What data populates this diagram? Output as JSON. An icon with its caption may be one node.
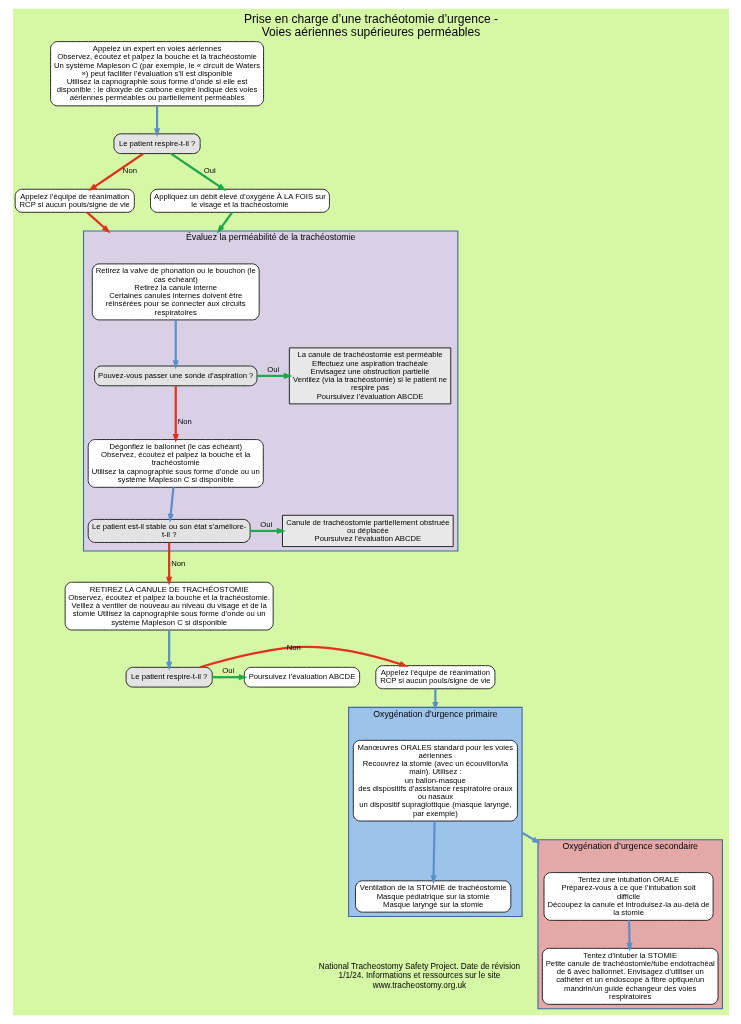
{
  "diagram": {
    "title": "Prise en charge d’une trachéotomie d’urgence - Voies aériennes supérieures perméables",
    "caption": "National Tracheostomy Safety Project. Date de révision 1/1/24. Informations et ressources sur le site www.tracheostomy.org.uk",
    "nodes": [
      {
        "text": [
          "Appelez un expert en voies aériennes",
          "Observez, écoutez et palpez la bouche et la trachéostomie",
          "Un système Mapleson C (par exemple, le « circuit de Waters ») peut faciliter l’évaluation s’il est disponible",
          "Utilisez la capnographie sous forme d’onde si elle est disponible : le dioxyde de carbone expiré indique des voies aériennes perméables ou partiellement perméables"
        ]
      },
      {
        "text": [
          "Le patient respire-t-il ?"
        ]
      },
      {
        "text": [
          "Appelez l’équipe de réanimation",
          "RCP si aucun pouls/signe de vie"
        ]
      },
      {
        "text": [
          "Appliquez un débit élevé d’oxygène À LA FOIS sur le visage et la trachéostomie"
        ]
      },
      {
        "text": [
          "Évaluez la perméabilité de la trachéostomie"
        ]
      },
      {
        "text": [
          "Retirez la valve de phonation ou le bouchon (le cas échéant)",
          "Retirez la canule interne",
          "Certaines canules internes doivent être réinsérées pour se connecter aux circuits respiratoires"
        ],
        "in": 4
      },
      {
        "text": [
          "Pouvez-vous passer une sonde d’aspiration ?"
        ],
        "in": 4
      },
      {
        "text": [
          "La canule de trachéostomie est perméable",
          "Effectuez une aspiration trachéale",
          "Envisagez une obstruction partielle",
          "Ventilez (via la trachéostomie) si le patient ne respire pas",
          "Poursuivez l’évaluation ABCDE"
        ],
        "in": 4
      },
      {
        "text": [
          "Dégonflez le ballonnet (le cas échéant)",
          "Observez, écoutez et palpez la bouche et la trachéostomie",
          "Utilisez la capnographie sous forme d’onde ou un système Mapleson C si disponible"
        ],
        "in": 4
      },
      {
        "text": [
          "Le patient est-il stable ou son état s’améliore-t-il ?"
        ],
        "in": 4
      },
      {
        "text": [
          "Canule de trachéostomie partiellement obstruée ou déplacée",
          "Poursuivez l’évaluation ABCDE"
        ],
        "in": 4
      },
      {
        "text": [
          "RETIREZ LA CANULE DE TRACHÉOSTOMIE",
          "Observez, écoutez et palpez la bouche et la trachéostomie. Veillez à ventiler de nouveau au niveau du visage et de la stomie Utilisez la capnographie sous forme d’onde ou un système Mapleson C si disponible"
        ]
      },
      {
        "text": [
          "Le patient respire-t-il ?"
        ]
      },
      {
        "text": [
          "Appelez l’équipe de réanimation",
          "RCP si aucun pouls/signe de vie"
        ]
      },
      {
        "text": [
          "Poursuivez l’évaluation ABCDE"
        ]
      },
      {
        "text": [
          "Oxygénation d’urgence primaire"
        ]
      },
      {
        "text": [
          "Manœuvres ORALES standard pour les voies aériennes",
          "Recouvrez la stomie (avec un écouvillon/la main). Utilisez :",
          "un ballon-masque",
          "des dispositifs d’assistance respiratoire oraux ou nasaux",
          "un dispositif supraglottique (masque laryngé, par exemple)"
        ],
        "in": 15
      },
      {
        "text": [
          "Ventilation de la STOMIE de trachéostomie",
          "Masque pédiatrique sur la stomie",
          "Masque laryngé sur la stomie"
        ],
        "in": 15
      },
      {
        "text": [
          "Oxygénation d’urgence secondaire"
        ]
      },
      {
        "text": [
          "Tentez une intubation ORALE",
          "Préparez-vous à ce que l’intubation soit difficile",
          "Découpez la canule et introduisez-la au-delà de la stomie"
        ],
        "in": 18
      },
      {
        "text": [
          "Tentez d’intuber la STOMIE",
          "Petite canule de trachéostomie/tube endotrachéal de 6 avec ballonnet. Envisagez d’utiliser un cathéter et un endoscope à fibre optique/un mandrin/un guide échangeur des voies respiratoires"
        ],
        "in": 18
      }
    ],
    "edges": [
      {
        "from": 0,
        "to": 1,
        "arrow": "to"
      },
      {
        "from": 1,
        "to": 2,
        "arrow": "to",
        "label": "Non",
        "color": "#e0301e"
      },
      {
        "from": 1,
        "to": 3,
        "arrow": "to",
        "label": "Oui",
        "color": "#1ea84a"
      },
      {
        "from": 2,
        "to": 4,
        "arrow": "to",
        "color": "#e0301e"
      },
      {
        "from": 3,
        "to": 4,
        "arrow": "to",
        "color": "#1ea84a"
      },
      {
        "from": 5,
        "to": 6,
        "arrow": "to"
      },
      {
        "from": 6,
        "to": 7,
        "arrow": "to",
        "label": "Oui",
        "color": "#1ea84a"
      },
      {
        "from": 6,
        "to": 8,
        "arrow": "to",
        "label": "Non",
        "color": "#e0301e"
      },
      {
        "from": 8,
        "to": 9,
        "arrow": "to"
      },
      {
        "from": 9,
        "to": 10,
        "arrow": "to",
        "label": "Oui",
        "color": "#1ea84a"
      },
      {
        "from": 9,
        "to": 11,
        "arrow": "to",
        "label": "Non",
        "color": "#e0301e"
      },
      {
        "from": 11,
        "to": 12,
        "arrow": "to"
      },
      {
        "from": 12,
        "to": 13,
        "arrow": "to",
        "label": "Non",
        "color": "#e0301e"
      },
      {
        "from": 12,
        "to": 14,
        "arrow": "to",
        "label": "Oui",
        "color": "#1ea84a"
      },
      {
        "from": 13,
        "to": 15,
        "arrow": "to"
      },
      {
        "from": 16,
        "to": 17,
        "arrow": "to"
      },
      {
        "from": 15,
        "to": 18,
        "arrow": "to"
      },
      {
        "from": 19,
        "to": 20,
        "arrow": "to"
      }
    ]
  }
}
